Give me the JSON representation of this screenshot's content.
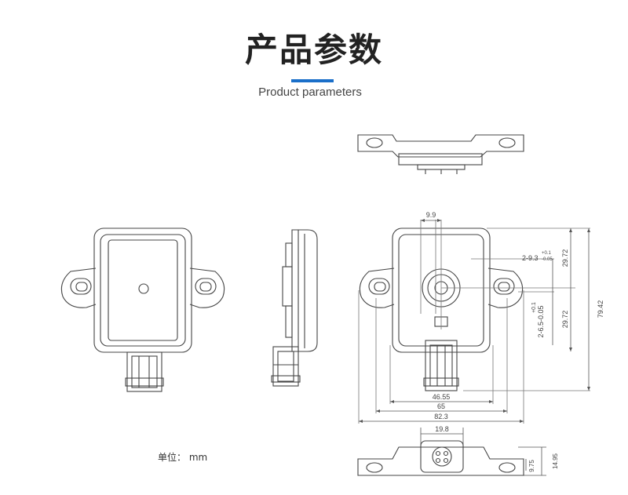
{
  "header": {
    "title": "产品参数",
    "subtitle": "Product parameters",
    "accent_color": "#1a6fc9"
  },
  "unit_note": "单位：  mm",
  "dimensions": {
    "d_9_9": "9.9",
    "d_2_9_3": "2-9.3",
    "d_2_9_3_tol_upper": "+0.1",
    "d_2_9_3_tol_lower": "-0.05",
    "d_2_6_5": "2-6.5-0.05",
    "d_2_6_5_tol": "+0.1",
    "d_29_72_top": "29.72",
    "d_29_72_mid": "29.72",
    "d_79_42": "79.42",
    "d_46_55": "46.55",
    "d_65": "65",
    "d_82_3": "82.3",
    "d_19_8": "19.8",
    "d_9_75": "9.75",
    "d_14_95": "14.95"
  }
}
